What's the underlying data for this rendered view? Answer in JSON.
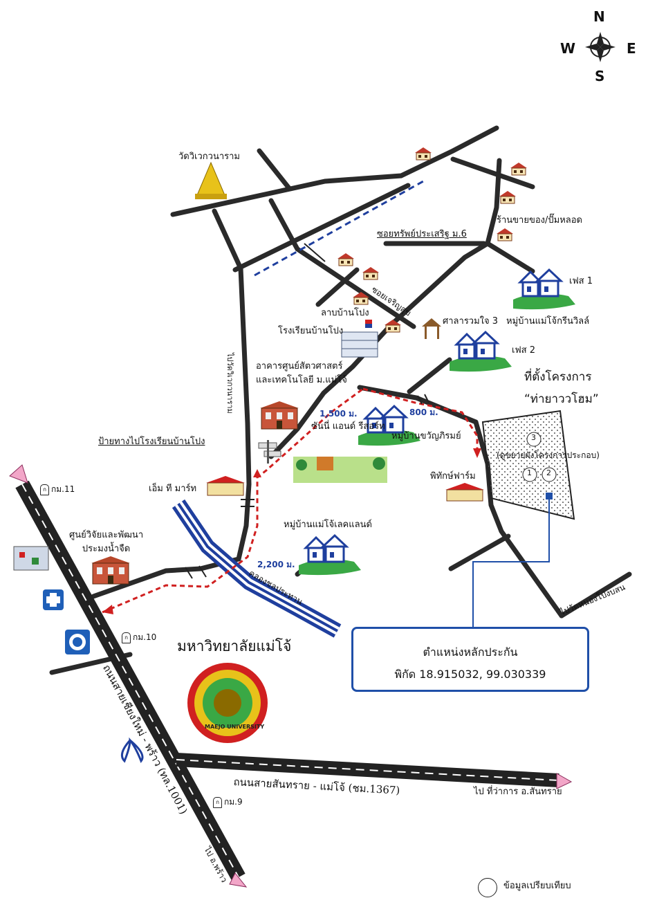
{
  "compass": {
    "n": "N",
    "s": "S",
    "e": "E",
    "w": "W"
  },
  "labels": {
    "temple": "วัดวิเวกวนาราม",
    "shop": "ร้านขายของ/ปั๊มหลอด",
    "soi_sap": "ซอยทรัพย์ประเสริฐ ม.6",
    "phase1": "เฟส 1",
    "green_ville": "หมู่บ้านแม่โจ้กรีนวิลล์",
    "soi_charoen": "ซอยเจริญสุข",
    "lab_banpong": "ลาบบ้านโปง",
    "school": "โรงเรียนบ้านโปง",
    "sala": "ศาลารวมใจ 3",
    "phase2": "เฟส 2",
    "animal_center": "อาคารศูนย์สัตวศาสตร์\nและเทคโนโลยี ม.แม่โจ้",
    "project_site": "ที่ตั้งโครงการ",
    "project_name": "“ท่ายาววโฮม”",
    "road_to_temple": "ไปวัดวิเวกวนาราม",
    "sign_school": "ป้ายทางไปโรงเรียนบ้านโปง",
    "dist_1500": "1,500 ม.",
    "dist_800": "800 ม.",
    "sunny_resort": "ซันนี่ แอนด์ รีสอร์ท",
    "kwanpirom": "หมู่บ้านขวัญภิรมย์",
    "land_note": "(ดูขยายผังโครงการประกอบ)",
    "plot1": "1",
    "plot2": "2",
    "plot3": "3",
    "km11": "กม.11",
    "mtmart": "เอ็ม ที มาร์ท",
    "pitak_farm": "พิทักษ์ฟาร์ม",
    "lakeland": "หมู่บ้านแม่โจ้เลคแลนด์",
    "fish_center": "ศูนย์วิจัยและพัฒนา\nประมงน้ำจืด",
    "dist_2200": "2,200 ม.",
    "canal": "คลองชลประทาน",
    "road_to_nongpon": "ไปวัดหนองโป่งบสน",
    "km10": "กม.10",
    "university": "มหาวิทยาลัยแม่โจ้",
    "seal_text": "MAEJO UNIVERSITY",
    "main_road": "ถนนสายเชียงใหม่ - พร้าว (ทล.1001)",
    "sansai_road": "ถนนสายสันทราย - แม่โจ้ (ชม.1367)",
    "to_sansai": "ไป ที่ว่าการ อ.สันทราย",
    "km9": "กม.9",
    "to_phrao": "ไป อ.พร้าว",
    "legend": "ข้อมูลเปรียบเทียบ"
  },
  "info_box": {
    "title": "ตำแหน่งหลักประกัน",
    "coords": "พิกัด 18.915032, 99.030339"
  },
  "colors": {
    "road": "#2a2a2a",
    "route": "#d02020",
    "canal": "#1f3f9e",
    "box_border": "#1f4fa8",
    "arrow": "#f2a6c8",
    "lawn": "#3aa845",
    "house_roof": "#c0392b"
  }
}
